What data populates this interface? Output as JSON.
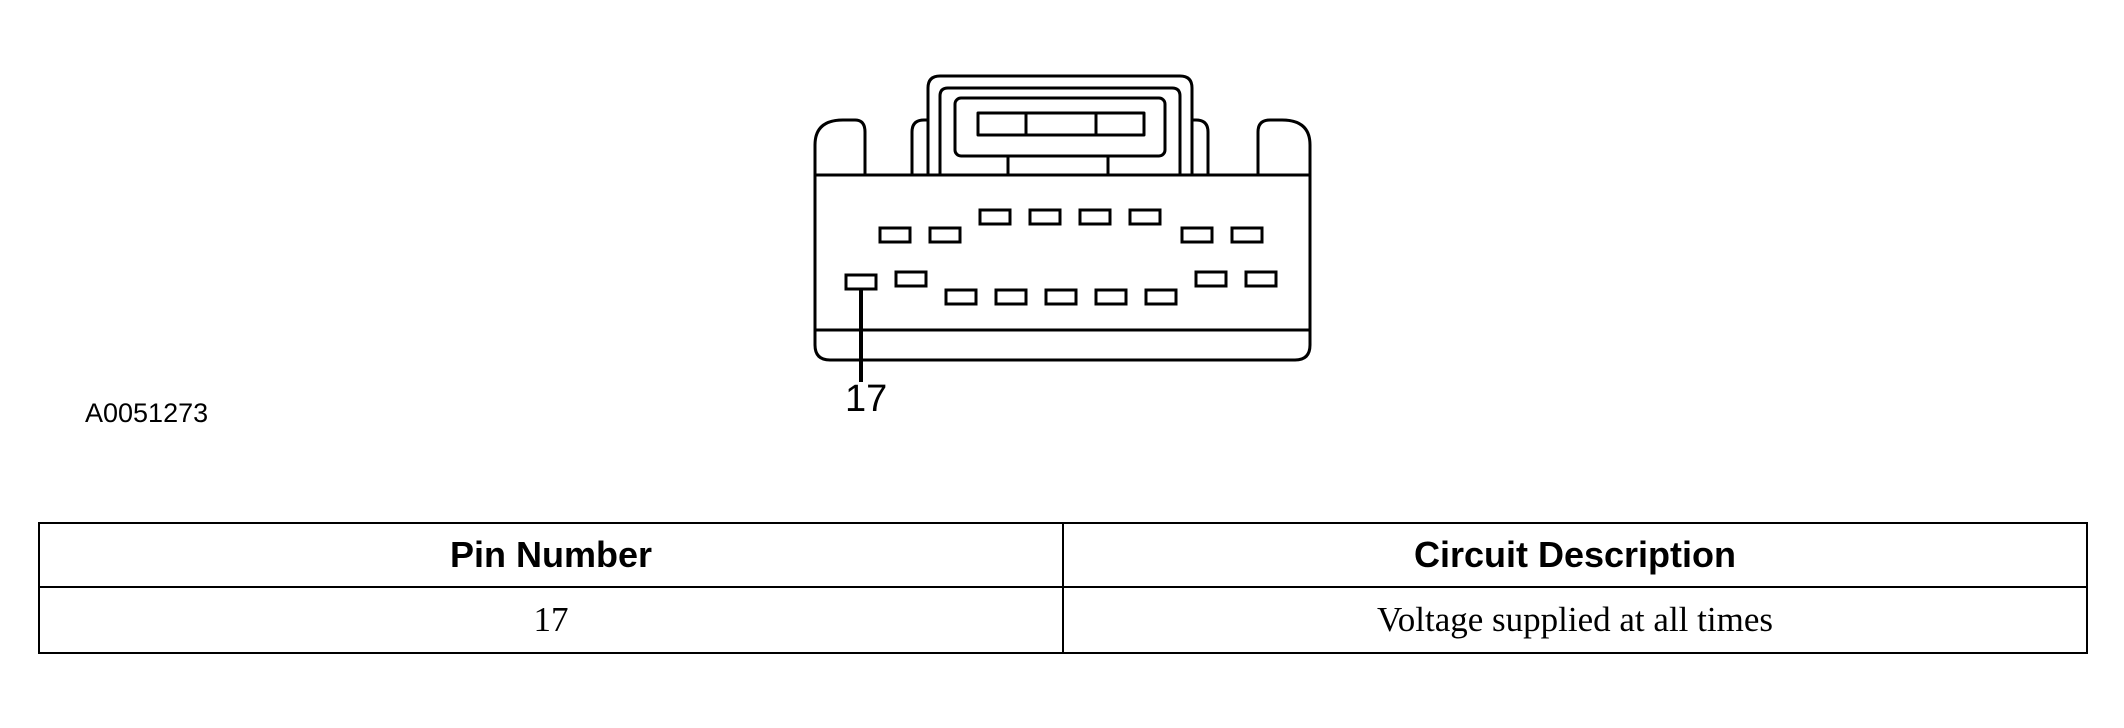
{
  "figure": {
    "id_label": "A0051273",
    "callout_label": "17"
  },
  "table": {
    "headers": [
      "Pin Number",
      "Circuit Description"
    ],
    "rows": [
      [
        "17",
        "Voltage supplied at all times"
      ]
    ]
  }
}
